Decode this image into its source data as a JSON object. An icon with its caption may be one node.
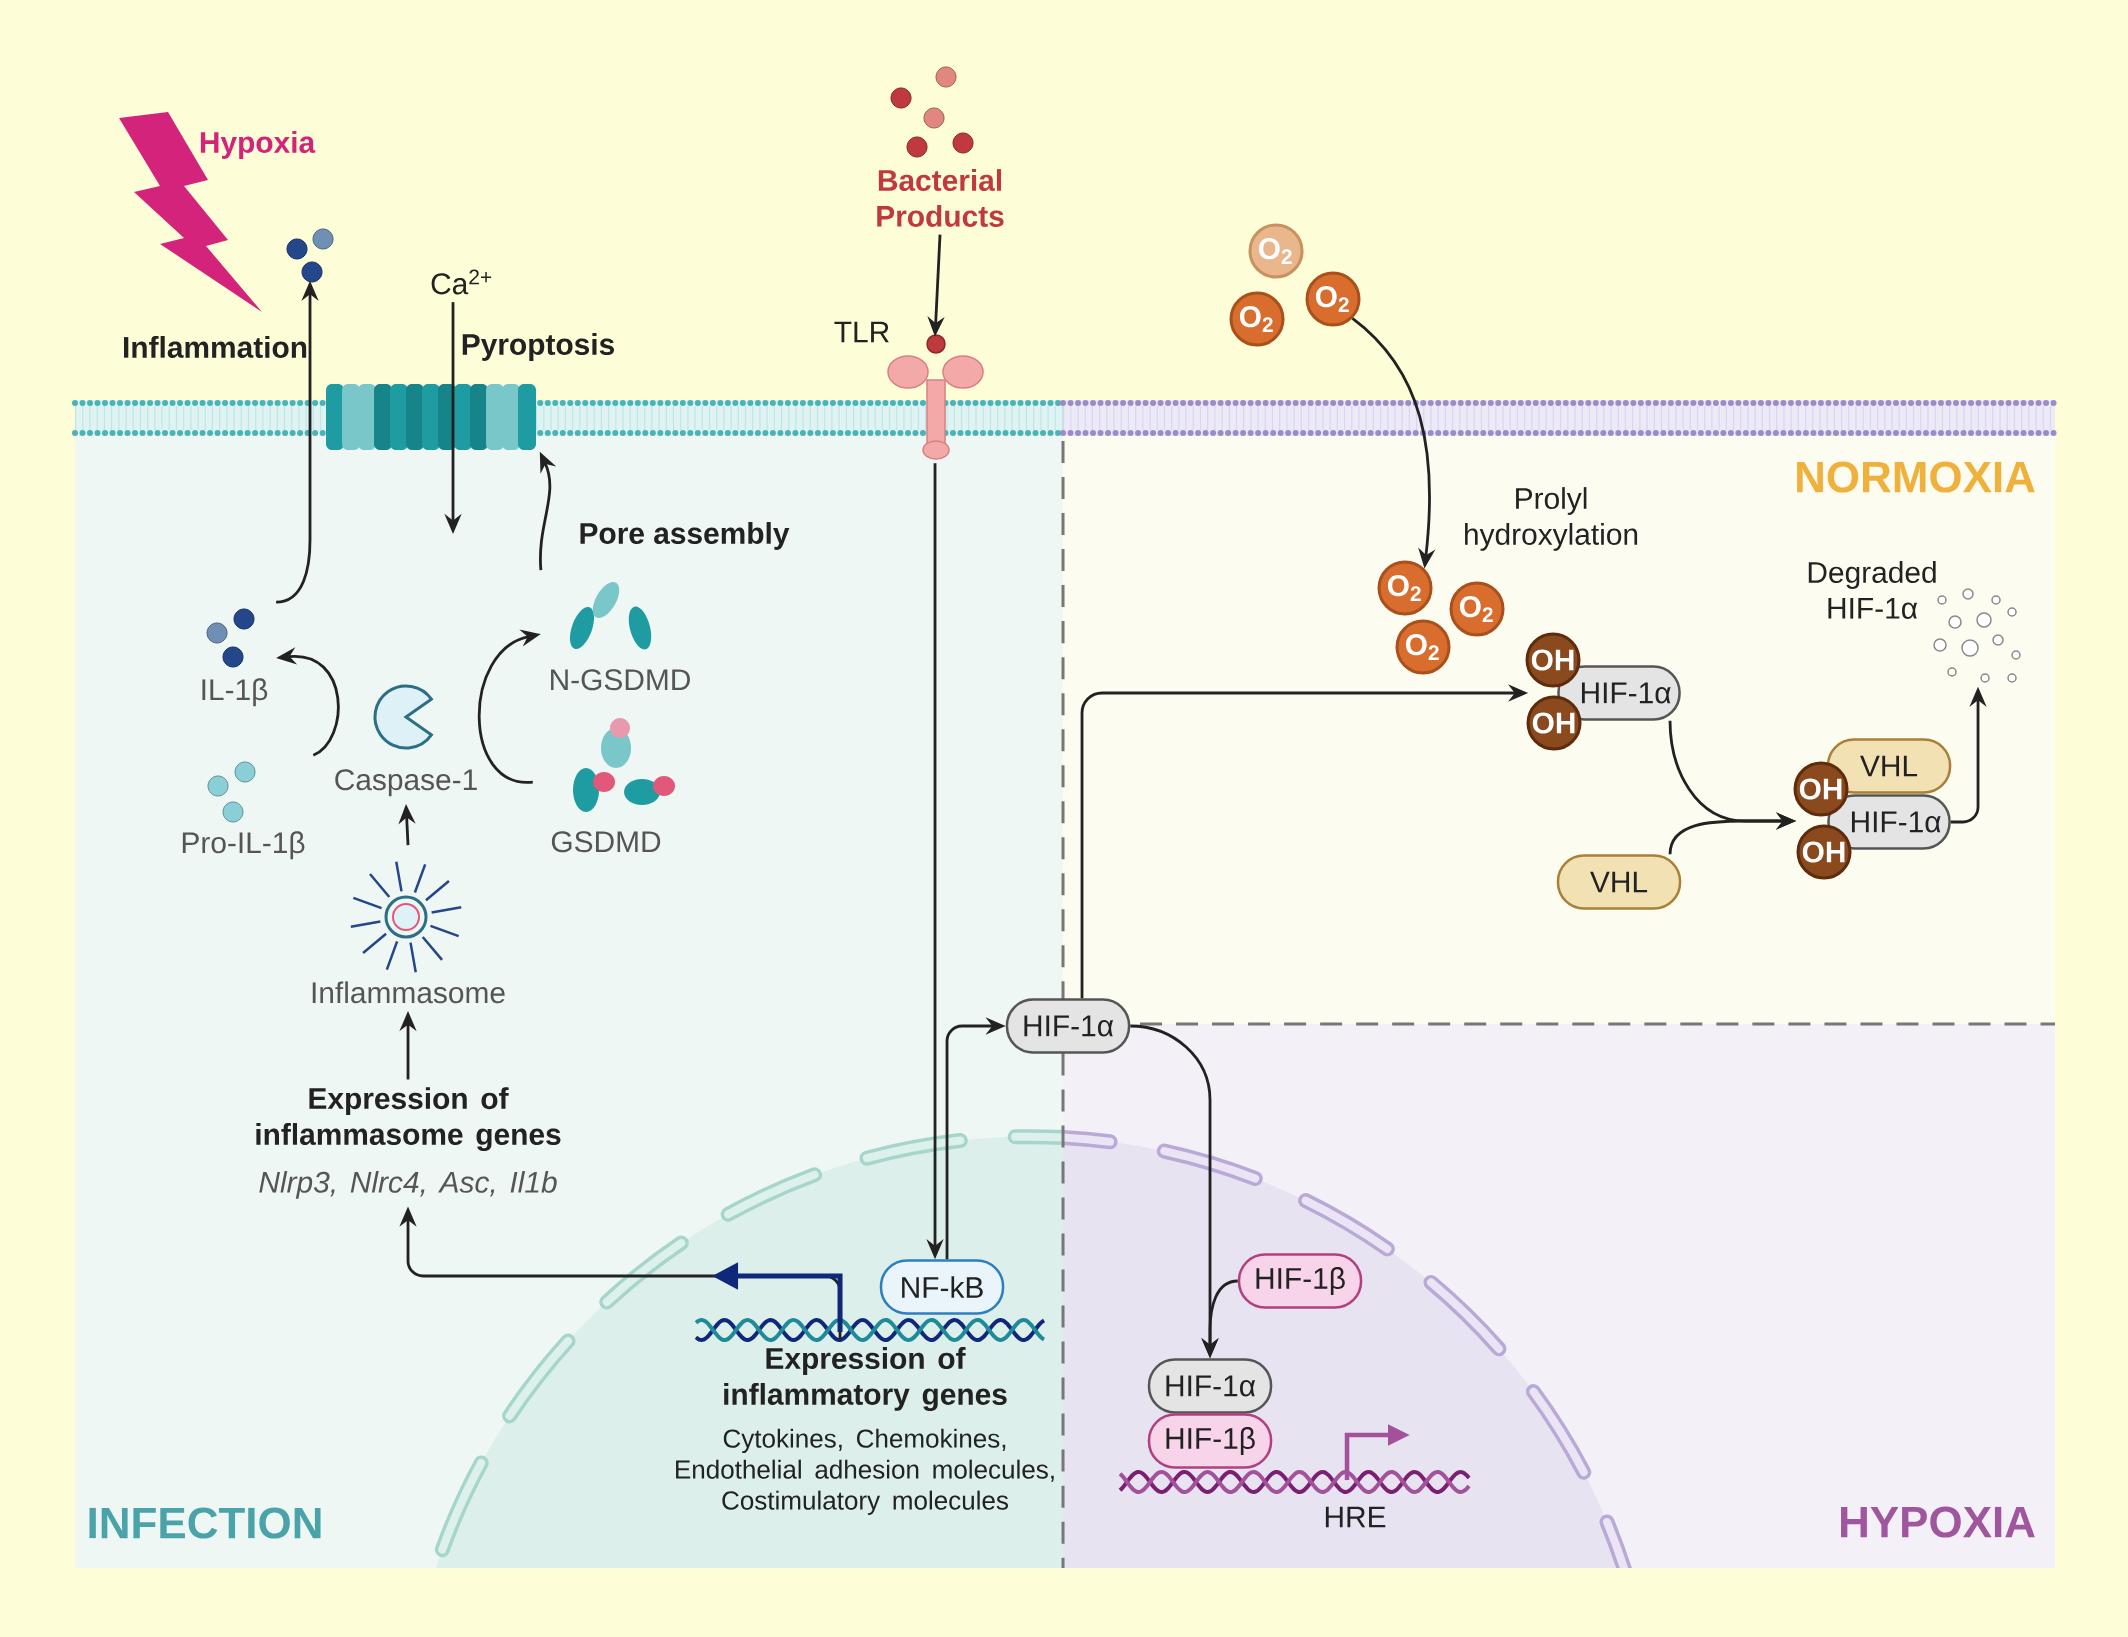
{
  "diagram": {
    "nodes": [
      {
        "text": [],
        "shape": "picture"
      },
      {
        "text": [
          "Ca$^{2+}$"
        ]
      },
      {
        "text": [],
        "shape": "picture"
      },
      {
        "text": [
          "IL-1β"
        ]
      },
      {
        "text": [
          "Pro-IL-1β"
        ]
      },
      {
        "text": [
          "Caspase-1"
        ]
      },
      {
        "text": [
          "N-GSDMD"
        ]
      },
      {
        "text": [
          "GSDMD"
        ]
      },
      {
        "text": [
          "Inflammasome"
        ]
      },
      {
        "text": [
          "Expression of inflammasome genes",
          "Nlrp3, Nlrc4, Asc, Il1b"
        ]
      },
      {
        "text": [
          "Bacterial Products"
        ]
      },
      {
        "text": [],
        "shape": "picture",
        "beside": [
          "TLR"
        ]
      },
      {
        "text": [
          "O$_{2}$"
        ]
      },
      {
        "text": [
          "O$_{2}$"
        ]
      },
      {
        "text": [
          "O$_{2}$"
        ]
      },
      {
        "text": [
          "O$_{2}$"
        ]
      },
      {
        "text": [
          "O$_{2}$"
        ]
      },
      {
        "text": [
          "O$_{2}$"
        ]
      },
      {
        "text": [
          "OH",
          "HIF-1α",
          "OH"
        ]
      },
      {
        "text": [
          "VHL"
        ]
      },
      {
        "text": [
          "VHL",
          "OH",
          "HIF-1α",
          "OH"
        ]
      },
      {
        "text": [],
        "shape": "picture",
        "beside": [
          "Degraded HIF-1α"
        ]
      },
      {
        "text": [
          "HIF-1α"
        ]
      },
      {
        "text": [
          "NF-kB"
        ]
      },
      {
        "text": [
          "Expression of inflammatory genes",
          "Cytokines, Chemokines, Endothelial adhesion molecules, Costimulatory molecules"
        ]
      },
      {
        "text": [
          "HIF-1β"
        ]
      },
      {
        "text": [
          "HIF-1α"
        ]
      },
      {
        "text": [
          "HIF-1β"
        ]
      }
    ],
    "edges": [
      {
        "from": 3,
        "to": 0,
        "arrow": "to"
      },
      {
        "from": 1,
        "to": null,
        "arrow": "to"
      },
      {
        "from": 6,
        "to": 2,
        "arrow": "to"
      },
      {
        "from": 4,
        "to": 3,
        "arrow": "to"
      },
      {
        "from": 7,
        "to": 6,
        "arrow": "to"
      },
      {
        "from": 8,
        "to": 5,
        "arrow": "to"
      },
      {
        "from": 9,
        "to": 8,
        "arrow": "to"
      },
      {
        "from": 10,
        "to": 11,
        "arrow": "to"
      },
      {
        "from": 11,
        "to": 23,
        "arrow": "to"
      },
      {
        "from": 23,
        "to": 22,
        "arrow": "to"
      },
      {
        "from": 24,
        "to": 9,
        "arrow": "to"
      },
      {
        "from": 22,
        "to": 18,
        "arrow": "to"
      },
      {
        "from": 14,
        "to": 15,
        "arrow": "to"
      },
      {
        "from": 18,
        "to": 20,
        "arrow": "to"
      },
      {
        "from": 19,
        "to": 20,
        "arrow": "to"
      },
      {
        "from": 20,
        "to": 21,
        "arrow": "to"
      },
      {
        "from": 22,
        "to": 26,
        "arrow": "to"
      },
      {
        "from": 25,
        "to": 26,
        "arrow": "to"
      }
    ],
    "labels": [
      "Hypoxia",
      "Inflammation",
      "Pyroptosis",
      "NORMOXIA",
      "Prolyl hydroxylation",
      "Pore assembly",
      "HRE",
      "INFECTION",
      "HYPOXIA"
    ]
  }
}
